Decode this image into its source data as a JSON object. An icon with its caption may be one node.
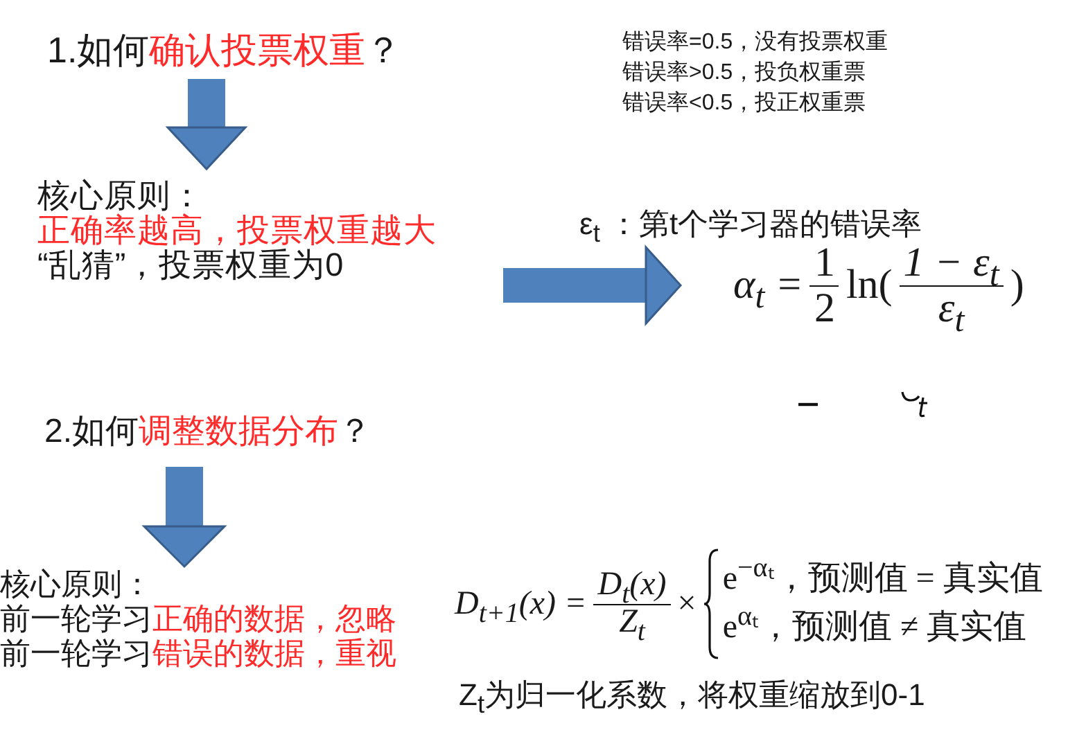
{
  "diagram": {
    "nodes": [
      {
        "text": [
          "1.如何**确认投票权重**？"
        ]
      },
      {
        "text": [
          "核心原则：",
          "正确率越高，投票权重越大",
          "“乱猜”，投票权重为0"
        ]
      },
      {
        "text": [
          "α$_{t}$ =",
          "1",
          "2",
          "ln(",
          "1 − ε$_{t}$",
          "ε$_{t}$",
          ")"
        ]
      },
      {
        "text": [
          "2.如何**调整数据分布**？"
        ]
      },
      {
        "text": [
          "核心原则：",
          "前一轮学习**正确的数据，忽略**",
          "前一轮学习**错误的数据，重视**"
        ]
      }
    ],
    "edges": [
      {
        "from": 0,
        "to": 1,
        "arrow": "to"
      },
      {
        "from": 1,
        "to": 2,
        "arrow": "to"
      },
      {
        "from": 3,
        "to": 4,
        "arrow": "to"
      }
    ],
    "labels": [
      "错误率=0.5，没有投票权重",
      "错误率>0.5，投负权重票",
      "错误率<0.5，投正权重票",
      "ε$_{t}$ ：第t个学习器的错误率",
      "D$_{t+1}$(x) =",
      "D$_{t}$(x)",
      "Z$_{t}$",
      "×",
      "e$^{−αₜ}$，预测值 = 真实值",
      "e$^{αₜ}$，预测值 ≠ 真实值",
      "Z$_{t}$为归一化系数，将权重缩放到0-1"
    ]
  }
}
